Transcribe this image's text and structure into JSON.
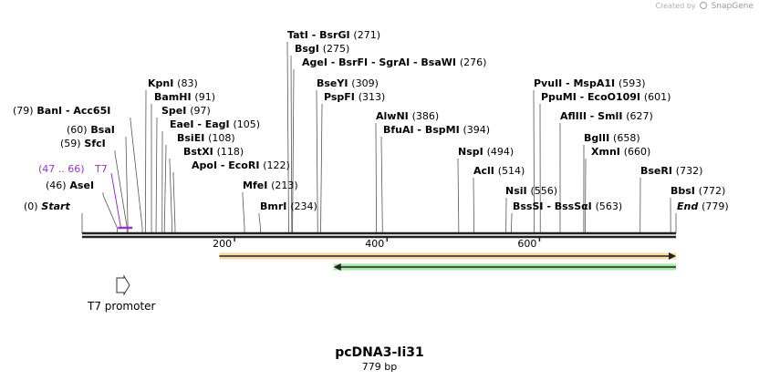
{
  "branding": {
    "created_by": "Created by",
    "app": "SnapGene"
  },
  "plasmid": {
    "name": "pcDNA3-Ii31",
    "length": "779 bp",
    "length_bp": 779
  },
  "ruler": [
    {
      "label": "200",
      "pos": 200
    },
    {
      "label": "400",
      "pos": 400
    },
    {
      "label": "600",
      "pos": 600
    }
  ],
  "sites": [
    {
      "text": "(0)  Start",
      "pos": 0
    },
    {
      "text": "(46)  AseI",
      "pos": 46
    },
    {
      "text": "(59)  SfcI",
      "pos": 59
    },
    {
      "text": "(60)  BsaI",
      "pos": 60
    },
    {
      "text": "(79)  BanI  - Acc65I",
      "pos": 79
    },
    {
      "text": "KpnI  (83)",
      "pos": 83
    },
    {
      "text": "BamHI  (91)",
      "pos": 91
    },
    {
      "text": "SpeI  (97)",
      "pos": 97
    },
    {
      "text": "EaeI  - EagI  (105)",
      "pos": 105
    },
    {
      "text": "BsiEI  (108)",
      "pos": 108
    },
    {
      "text": "BstXI  (118)",
      "pos": 118
    },
    {
      "text": "ApoI  - EcoRI  (122)",
      "pos": 122
    },
    {
      "text": "MfeI  (213)",
      "pos": 213
    },
    {
      "text": "BmrI  (234)",
      "pos": 234
    },
    {
      "text": "TatI  - BsrGI  (271)",
      "pos": 271
    },
    {
      "text": "BsgI  (275)",
      "pos": 275
    },
    {
      "text": "AgeI  - BsrFI  - SgrAI  - BsaWI  (276)",
      "pos": 276
    },
    {
      "text": "BseYI  (309)",
      "pos": 309
    },
    {
      "text": "PspFI  (313)",
      "pos": 313
    },
    {
      "text": "AlwNI  (386)",
      "pos": 386
    },
    {
      "text": "BfuAI  - BspMI  (394)",
      "pos": 394
    },
    {
      "text": "NspI  (494)",
      "pos": 494
    },
    {
      "text": "AclI  (514)",
      "pos": 514
    },
    {
      "text": "NsiI  (556)",
      "pos": 556
    },
    {
      "text": "BssSI  - BssSαI  (563)",
      "pos": 563
    },
    {
      "text": "PvuII  - MspA1I  (593)",
      "pos": 593
    },
    {
      "text": "PpuMI  - EcoO109I  (601)",
      "pos": 601
    },
    {
      "text": "AflIII  - SmlI  (627)",
      "pos": 627
    },
    {
      "text": "BglII  (658)",
      "pos": 658
    },
    {
      "text": "XmnI  (660)",
      "pos": 660
    },
    {
      "text": "BseRI  (732)",
      "pos": 732
    },
    {
      "text": "BbsI  (772)",
      "pos": 772
    },
    {
      "text": "End  (779)",
      "pos": 779
    }
  ],
  "primer_binding": {
    "label_range": "(47 .. 66)",
    "label_name": "T7",
    "start": 47,
    "end": 66,
    "color": "#9933cc"
  },
  "features": [
    {
      "name": "orange-arrow",
      "start": 180,
      "end": 779,
      "direction": "forward",
      "color": "#f0b030"
    },
    {
      "name": "green-arrow",
      "start": 330,
      "end": 779,
      "direction": "reverse",
      "color": "#33cc33"
    },
    {
      "name": "T7 promoter",
      "start": 47,
      "end": 66,
      "direction": "forward",
      "color": "#ffffff",
      "label": "T7 promoter"
    }
  ],
  "colors": {
    "backbone": "#222222",
    "leader": "#555555",
    "text": "#000000"
  }
}
